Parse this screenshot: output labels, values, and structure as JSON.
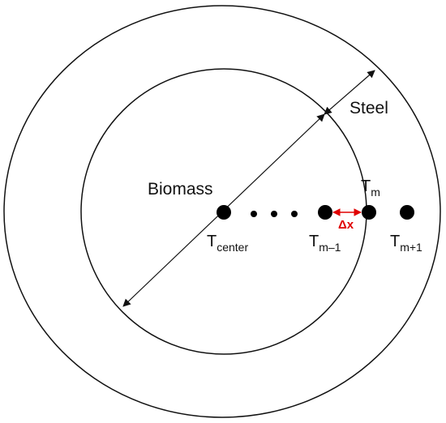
{
  "labels": {
    "material_outer": "Steel",
    "material_inner": "Biomass",
    "t_center": {
      "main": "T",
      "sub": "center"
    },
    "t_m_minus_1": {
      "main": "T",
      "sub": "m–1"
    },
    "t_m": {
      "main": "T",
      "sub": "m"
    },
    "t_m_plus_1": {
      "main": "T",
      "sub": "m+1"
    },
    "delta_x": "Δx"
  },
  "colors": {
    "line": "#111111",
    "node": "#000000",
    "delta_x": "#e00000"
  }
}
